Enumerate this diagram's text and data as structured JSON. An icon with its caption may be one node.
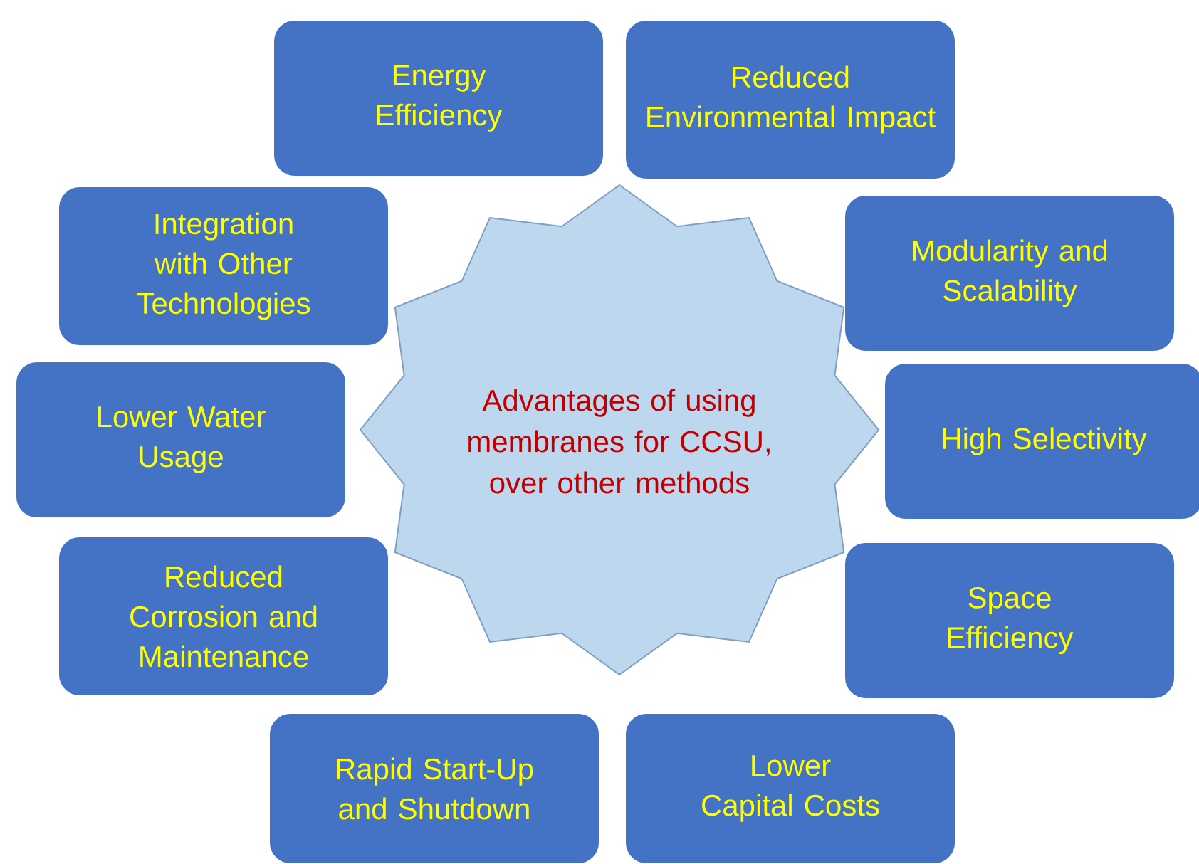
{
  "diagram": {
    "nodes": [
      {
        "text": [
          "Advantages of using membranes for CCSU, over other methods"
        ]
      },
      {
        "text": [
          "Energy Efficiency"
        ]
      },
      {
        "text": [
          "Reduced Environmental Impact"
        ]
      },
      {
        "text": [
          "Modularity and Scalability"
        ]
      },
      {
        "text": [
          "High Selectivity"
        ]
      },
      {
        "text": [
          "Space Efficiency"
        ]
      },
      {
        "text": [
          "Lower Capital Costs"
        ]
      },
      {
        "text": [
          "Rapid Start-Up and Shutdown"
        ]
      },
      {
        "text": [
          "Reduced Corrosion and Maintenance"
        ]
      },
      {
        "text": [
          "Lower Water Usage"
        ]
      },
      {
        "text": [
          "Integration with Other Technologies"
        ]
      }
    ]
  }
}
